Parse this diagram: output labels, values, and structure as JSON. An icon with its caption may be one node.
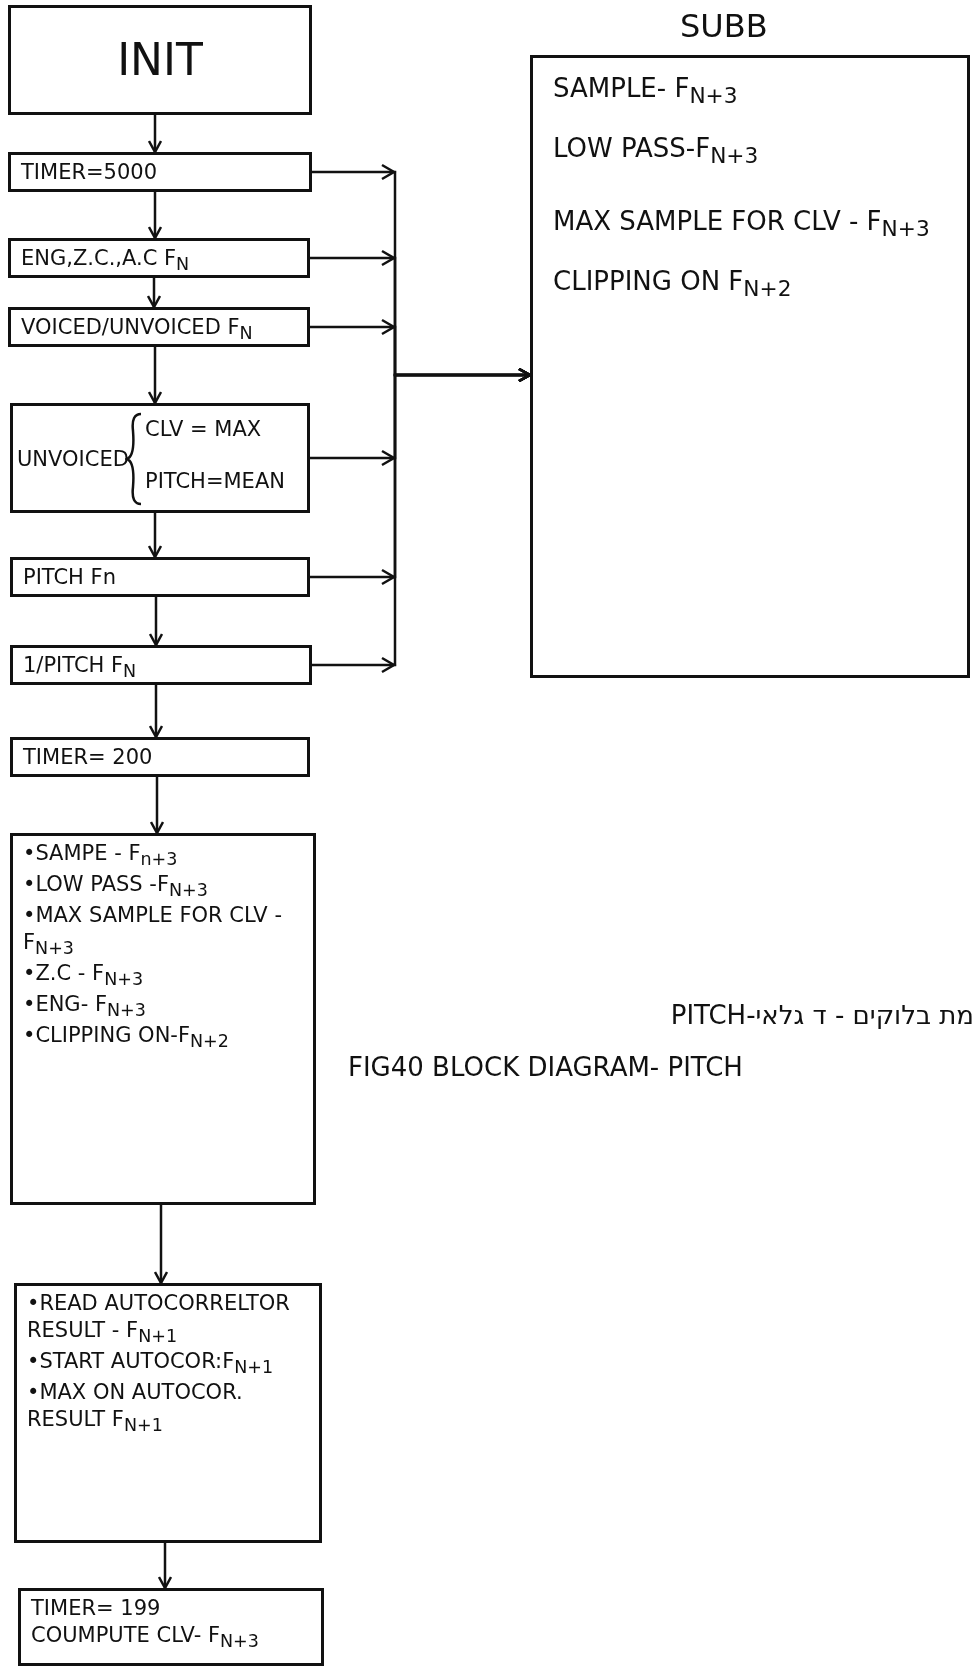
{
  "diagram": {
    "caption": "FIG40 BLOCK DIAGRAM- PITCH",
    "nodes": [
      {
        "text": [
          "INIT"
        ]
      },
      {
        "text": [
          "TIMER=5000"
        ]
      },
      {
        "text": [
          "ENG,Z.C.,A.C F$_{N}$"
        ]
      },
      {
        "text": [
          "VOICED/UNVOICED F$_{N}$"
        ]
      },
      {
        "text": [
          "UNVOICED",
          "CLV = MAX",
          "PITCH=MEAN"
        ]
      },
      {
        "text": [
          "PITCH Fn"
        ]
      },
      {
        "text": [
          "1/PITCH F$_{N}$"
        ]
      },
      {
        "text": [
          "TIMER= 200"
        ]
      },
      {
        "text": [
          "•SAMPE - F$_{n+3}$",
          "•LOW PASS -F$_{N+3}$",
          "•MAX SAMPLE FOR CLV - F$_{N+3}$",
          "•Z.C - F$_{N+3}$",
          "•ENG- F$_{N+3}$",
          "•CLIPPING ON-F$_{N+2}$"
        ]
      },
      {
        "text": [
          "•READ AUTOCORRELTOR RESULT - F$_{N+1}$",
          "•START AUTOCOR:F$_{N+1}$",
          "•MAX ON AUTOCOR. RESULT F$_{N+1}$"
        ]
      },
      {
        "text": [
          "TIMER= 199",
          "COUMPUTE CLV- F$_{N+3}$"
        ]
      },
      {
        "text": [
          "SUBB",
          "SAMPLE- F$_{N+3}$",
          "LOW PASS-F$_{N+3}$",
          "MAX SAMPLE FOR CLV - F$_{N+3}$",
          "CLIPPING ON F$_{N+2}$"
        ]
      }
    ],
    "edges": [
      {
        "from": 0,
        "to": 1,
        "arrow": "to"
      },
      {
        "from": 1,
        "to": 2,
        "arrow": "to"
      },
      {
        "from": 2,
        "to": 3,
        "arrow": "to"
      },
      {
        "from": 3,
        "to": 4,
        "arrow": "to"
      },
      {
        "from": 4,
        "to": 5,
        "arrow": "to"
      },
      {
        "from": 5,
        "to": 6,
        "arrow": "to"
      },
      {
        "from": 6,
        "to": 7,
        "arrow": "to"
      },
      {
        "from": 7,
        "to": 8,
        "arrow": "to"
      },
      {
        "from": 8,
        "to": 9,
        "arrow": "to"
      },
      {
        "from": 9,
        "to": 10,
        "arrow": "to"
      },
      {
        "from": 1,
        "to": 11,
        "arrow": "to"
      },
      {
        "from": 2,
        "to": 11,
        "arrow": "to"
      },
      {
        "from": 3,
        "to": 11,
        "arrow": "to"
      },
      {
        "from": 4,
        "to": 11,
        "arrow": "to"
      },
      {
        "from": 5,
        "to": 11,
        "arrow": "to"
      },
      {
        "from": 6,
        "to": 11,
        "arrow": "to"
      }
    ],
    "labels": [
      "מת בלוקים - ד גלאי-PITCH"
    ]
  }
}
